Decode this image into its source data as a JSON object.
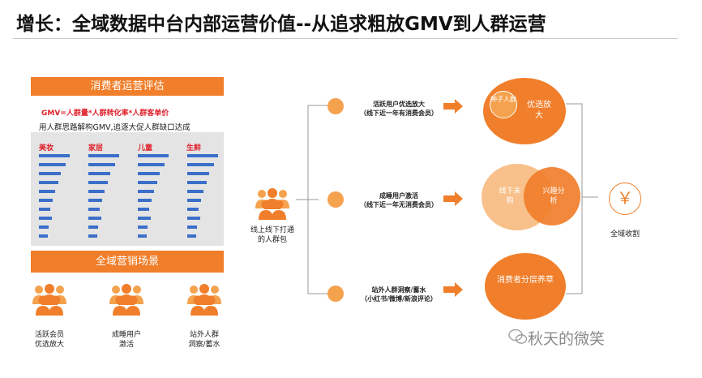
{
  "title": "增长：全域数据中台内部运营价值--从追求粗放GMV到人群运营",
  "left_panel": {
    "eval_header": "消费者运营评估",
    "formula": "GMV=人群量*人群转化率*人群客单价",
    "subtitle": "用人群思路解构GMV,追逐大促人群缺口达成",
    "categories": [
      "美妆",
      "家居",
      "儿童",
      "生鲜"
    ],
    "marketing_header": "全域营销场景",
    "audiences": [
      {
        "line1": "活跃会员",
        "line2": "优选放大"
      },
      {
        "line1": "成睡用户",
        "line2": "激活"
      },
      {
        "line1": "站外人群",
        "line2": "洞察/蓄水"
      }
    ]
  },
  "flow": {
    "source_line1": "线上线下打通",
    "source_line2": "的人群包",
    "stages": [
      {
        "line1": "活跃用户优选放大",
        "line2": "（线下近一年有消费会员）"
      },
      {
        "line1": "成睡用户激活",
        "line2": "（线下近一年无消费会员）"
      },
      {
        "line1": "站外人群洞察/蓄水",
        "line2": "（小红书/微博/新浪评论）"
      }
    ],
    "circle1": {
      "inner": "种子人群",
      "outer": "优选放大"
    },
    "circle2": {
      "left": "线下未购",
      "right": "兴趣分析"
    },
    "circle3": {
      "text": "消费者分层养草"
    },
    "final_symbol": "￥",
    "final_label": "全域收割"
  },
  "watermark": "秋天的微笑",
  "colors": {
    "orange": "#f07e2a",
    "light_orange": "#f5a24f",
    "pale_orange": "#f8c08a",
    "bar_blue": "#3b6fc9",
    "red": "#e0202a"
  }
}
